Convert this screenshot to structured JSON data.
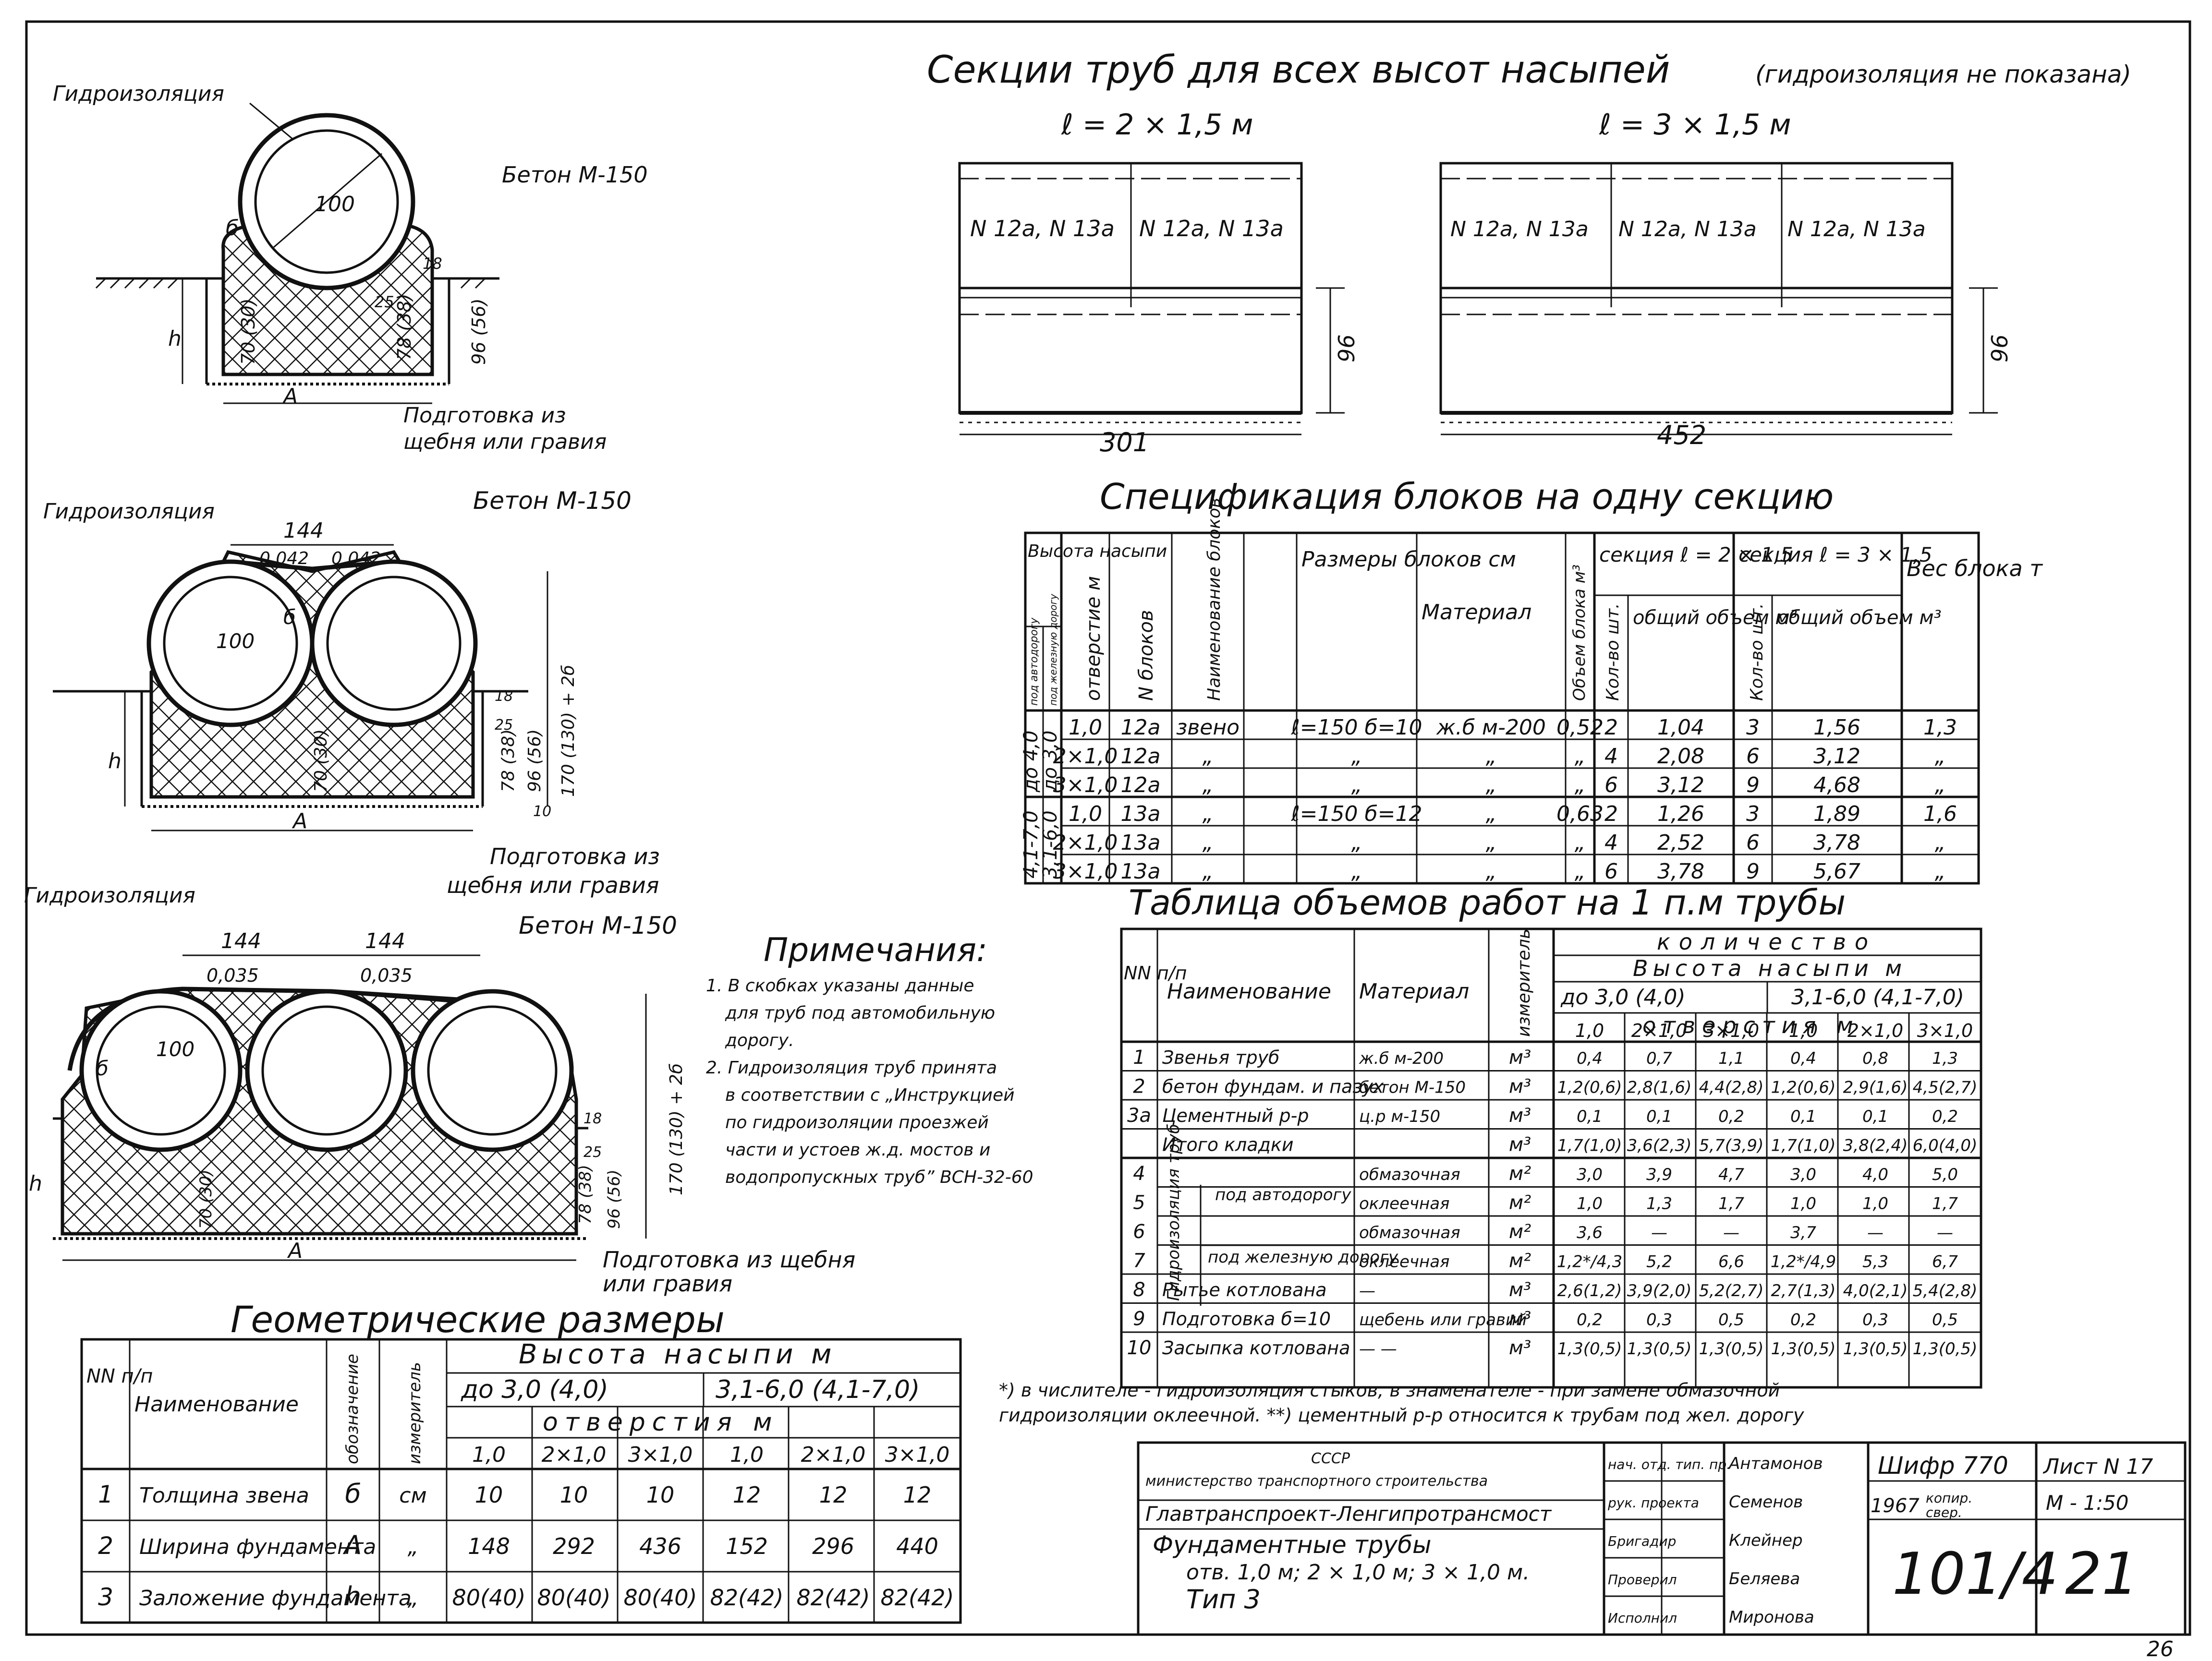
{
  "main_title": "Секции труб для всех высот насыпей",
  "main_title_note": "(гидроизоляция не показана)",
  "sections": {
    "left": {
      "label": "ℓ = 2 × 1,5 м",
      "blocks": [
        "N 12а, N 13а",
        "N 12а, N 13а"
      ],
      "height": "96",
      "length": "301"
    },
    "right": {
      "label": "ℓ = 3 × 1,5 м",
      "blocks": [
        "N 12а, N 13а",
        "N 12а, N 13а",
        "N 12а, N 13а"
      ],
      "height": "96",
      "length": "452"
    }
  },
  "drawings": {
    "d1": {
      "waterproofing": "Гидроизоляция",
      "concrete": "Бетон М-150",
      "diameter": "100",
      "dims": [
        "70 (30)",
        "78 (38)",
        "96 (56)",
        "25",
        "18"
      ],
      "h": "h",
      "a": "А",
      "prep": [
        "Подготовка из",
        "щебня или гравия"
      ],
      "delta": "б"
    },
    "d2": {
      "waterproofing": "Гидроизоляция",
      "concrete": "Бетон М-150",
      "width": "144",
      "slopes": [
        "0,042",
        "0,042"
      ],
      "diameter": "100",
      "dims": [
        "70 (30)",
        "78 (38)",
        "96 (56)",
        "170 (130) + 2б",
        "25",
        "18",
        "10"
      ],
      "h": "h",
      "a": "А",
      "prep": [
        "Подготовка из",
        "щебня или гравия"
      ],
      "delta": "б"
    },
    "d3": {
      "waterproofing": "Гидроизоляция",
      "concrete": "Бетон М-150",
      "widths": [
        "144",
        "144"
      ],
      "slopes": [
        "0,035",
        "0,035"
      ],
      "diameter": "100",
      "dims": [
        "70 (30)",
        "78 (38)",
        "96 (56)",
        "170 (130) + 2б",
        "25",
        "18"
      ],
      "h": "h",
      "a": "А",
      "prep": [
        "Подготовка из щебня",
        "или гравия"
      ],
      "delta": "б"
    }
  },
  "notes": {
    "title": "Примечания:",
    "lines": [
      "1. В скобках указаны данные",
      "для труб под автомобильную",
      "дорогу.",
      "2. Гидроизоляция труб принята",
      "в соответствии с „Инструкцией",
      "по гидроизоляции проезжей",
      "части и устоев ж.д. мостов и",
      "водопропускных труб” ВСН-32-60"
    ]
  },
  "spec": {
    "title": "Спецификация блоков на одну секцию",
    "h_height": "Высота насыпи",
    "h_auto": "под автодорогу",
    "h_rail": "под железную дорогу",
    "h_opening": "отверстие м",
    "h_nblock": "N блоков",
    "h_name": "Наименование блоков",
    "h_size": "Размеры блоков см",
    "h_material": "Материал",
    "h_volume": "Объем блока м³",
    "h_sec2": "секция ℓ = 2 × 1,5",
    "h_sec3": "секция ℓ = 3 × 1,5",
    "h_qty": "Кол-во шт.",
    "h_total": "общий объем м³",
    "h_weight": "Вес блока т",
    "groups": [
      {
        "auto": "до 4,0",
        "rail": "до 3,0"
      },
      {
        "auto": "4,1-7,0",
        "rail": "3,1-6,0"
      }
    ],
    "rows": [
      [
        "1,0",
        "12а",
        "звено",
        "ℓ=150 б=10",
        "ж.б м-200",
        "0,52",
        "2",
        "1,04",
        "3",
        "1,56",
        "1,3"
      ],
      [
        "2×1,0",
        "12а",
        "„",
        "„",
        "„",
        "„",
        "4",
        "2,08",
        "6",
        "3,12",
        "„"
      ],
      [
        "3×1,0",
        "12а",
        "„",
        "„",
        "„",
        "„",
        "6",
        "3,12",
        "9",
        "4,68",
        "„"
      ],
      [
        "1,0",
        "13а",
        "„",
        "ℓ=150 б=12",
        "„",
        "0,63",
        "2",
        "1,26",
        "3",
        "1,89",
        "1,6"
      ],
      [
        "2×1,0",
        "13а",
        "„",
        "„",
        "„",
        "„",
        "4",
        "2,52",
        "6",
        "3,78",
        "„"
      ],
      [
        "3×1,0",
        "13а",
        "„",
        "„",
        "„",
        "„",
        "6",
        "3,78",
        "9",
        "5,67",
        "„"
      ]
    ]
  },
  "works": {
    "title": "Таблица объемов работ на 1 п.м трубы",
    "h_nn": "NN п/п",
    "h_name": "Наименование",
    "h_material": "Материал",
    "h_unit": "измеритель",
    "h_qty": "количество",
    "h_height": "Высота насыпи м",
    "h_g1": "до 3,0 (4,0)",
    "h_g2": "3,1-6,0 (4,1-7,0)",
    "h_openings": "отверстия м",
    "openings": [
      "1,0",
      "2×1,0",
      "3×1,0",
      "1,0",
      "2×1,0",
      "3×1,0"
    ],
    "group_label": "Гидроизоляция труб",
    "sub_auto": "под автодорогу",
    "sub_rail": "под железную дорогу",
    "rows": [
      {
        "n": "1",
        "name": "Звенья труб",
        "mat": "ж.б м-200",
        "unit": "м³",
        "v": [
          "0,4",
          "0,7",
          "1,1",
          "0,4",
          "0,8",
          "1,3"
        ]
      },
      {
        "n": "2",
        "name": "бетон фундам. и пазух",
        "mat": "бетон М-150",
        "unit": "м³",
        "v": [
          "1,2(0,6)",
          "2,8(1,6)",
          "4,4(2,8)",
          "1,2(0,6)",
          "2,9(1,6)",
          "4,5(2,7)"
        ]
      },
      {
        "n": "3а",
        "name": "Цементный р-р",
        "mat": "ц.р м-150",
        "unit": "м³",
        "v": [
          "0,1",
          "0,1",
          "0,2",
          "0,1",
          "0,1",
          "0,2"
        ]
      },
      {
        "n": "",
        "name": "Итого кладки",
        "mat": "",
        "unit": "м³",
        "v": [
          "1,7(1,0)",
          "3,6(2,3)",
          "5,7(3,9)",
          "1,7(1,0)",
          "3,8(2,4)",
          "6,0(4,0)"
        ]
      },
      {
        "n": "4",
        "name": "",
        "mat": "обмазочная",
        "unit": "м²",
        "v": [
          "3,0",
          "3,9",
          "4,7",
          "3,0",
          "4,0",
          "5,0"
        ]
      },
      {
        "n": "5",
        "name": "",
        "mat": "оклеечная",
        "unit": "м²",
        "v": [
          "1,0",
          "1,3",
          "1,7",
          "1,0",
          "1,0",
          "1,7"
        ]
      },
      {
        "n": "6",
        "name": "",
        "mat": "обмазочная",
        "unit": "м²",
        "v": [
          "3,6",
          "—",
          "—",
          "3,7",
          "—",
          "—"
        ]
      },
      {
        "n": "7",
        "name": "",
        "mat": "оклеечная",
        "unit": "м²",
        "v": [
          "1,2*/4,3",
          "5,2",
          "6,6",
          "1,2*/4,9",
          "5,3",
          "6,7"
        ]
      },
      {
        "n": "8",
        "name": "Рытье котлована",
        "mat": "—",
        "unit": "м³",
        "v": [
          "2,6(1,2)",
          "3,9(2,0)",
          "5,2(2,7)",
          "2,7(1,3)",
          "4,0(2,1)",
          "5,4(2,8)"
        ]
      },
      {
        "n": "9",
        "name": "Подготовка б=10",
        "mat": "щебень или гравий",
        "unit": "м³",
        "v": [
          "0,2",
          "0,3",
          "0,5",
          "0,2",
          "0,3",
          "0,5"
        ]
      },
      {
        "n": "10",
        "name": "Засыпка котлована",
        "mat": "— —",
        "unit": "м³",
        "v": [
          "1,3(0,5)",
          "1,3(0,5)",
          "1,3(0,5)",
          "1,3(0,5)",
          "1,3(0,5)",
          "1,3(0,5)"
        ]
      }
    ]
  },
  "geom": {
    "title": "Геометрические размеры",
    "h_nn": "NN п/п",
    "h_name": "Наименование",
    "h_sym": "обозначение",
    "h_unit": "измеритель",
    "h_height": "Высота насыпи м",
    "h_g1": "до 3,0 (4,0)",
    "h_g2": "3,1-6,0 (4,1-7,0)",
    "h_openings": "отверстия м",
    "openings": [
      "1,0",
      "2×1,0",
      "3×1,0",
      "1,0",
      "2×1,0",
      "3×1,0"
    ],
    "rows": [
      {
        "n": "1",
        "name": "Толщина звена",
        "sym": "б",
        "unit": "см",
        "v": [
          "10",
          "10",
          "10",
          "12",
          "12",
          "12"
        ]
      },
      {
        "n": "2",
        "name": "Ширина фундамента",
        "sym": "А",
        "unit": "„",
        "v": [
          "148",
          "292",
          "436",
          "152",
          "296",
          "440"
        ]
      },
      {
        "n": "3",
        "name": "Заложение фундамента",
        "sym": "h",
        "unit": "„",
        "v": [
          "80(40)",
          "80(40)",
          "80(40)",
          "82(42)",
          "82(42)",
          "82(42)"
        ]
      }
    ]
  },
  "footnote": [
    "*) в числителе - гидроизоляция стыков, в знаменателе - при замене обмазочной",
    "гидроизоляции оклеечной.   **) цементный р-р относится к трубам под жел. дорогу"
  ],
  "stamp": {
    "org1": "СССР",
    "org2": "министерство транспортного строительства",
    "org3": "Главтранспроект-Ленгипротрансмост",
    "title1": "Фундаментные трубы",
    "title2": "отв. 1,0 м; 2 × 1,0 м; 3 × 1,0 м.",
    "title3": "Тип 3",
    "roles": [
      "нач. отд. тип. пр.",
      "рук. проекта",
      "Бригадир",
      "Проверил",
      "Исполнил"
    ],
    "names": [
      "Антамонов",
      "Семенов",
      "Клейнер",
      "Беляева",
      "Миронова"
    ],
    "code": "Шифр 770",
    "sheet": "Лист N 17",
    "year": "1967",
    "copy": "копир.",
    "check": "свер.",
    "scale": "М - 1:50",
    "doc": "101/4",
    "num": "21"
  },
  "page_corner": "26"
}
